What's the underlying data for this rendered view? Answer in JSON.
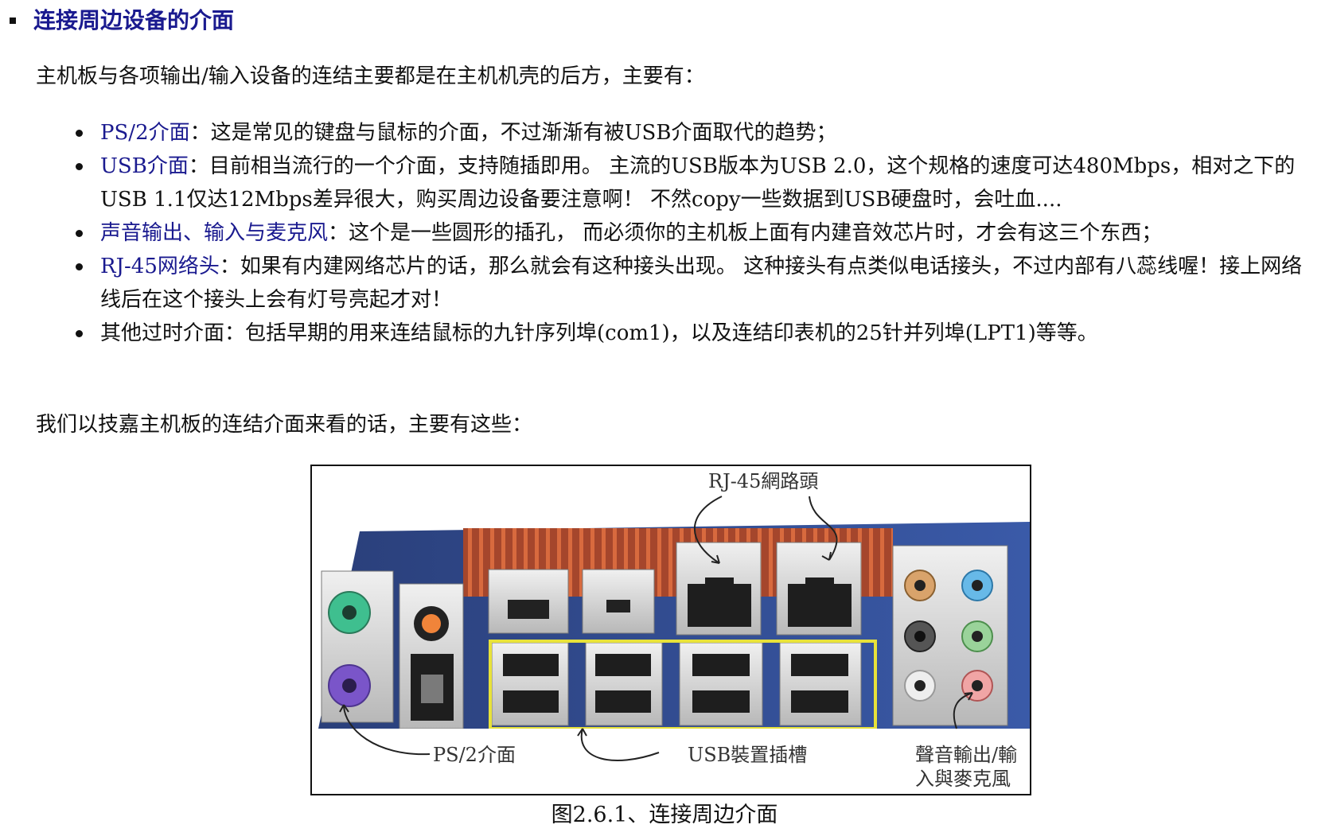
{
  "heading": "连接周边设备的介面",
  "intro": "主机板与各项输出/输入设备的连结主要都是在主机机壳的后方，主要有：",
  "items": [
    {
      "term": "PS/2介面",
      "text": "：这是常见的键盘与鼠标的介面，不过渐渐有被USB介面取代的趋势；"
    },
    {
      "term": "USB介面",
      "text": "：目前相当流行的一个介面，支持随插即用。 主流的USB版本为USB 2.0，这个规格的速度可达480Mbps，相对之下的USB 1.1仅达12Mbps差异很大，购买周边设备要注意啊！ 不然copy一些数据到USB硬盘时，会吐血...."
    },
    {
      "term": "声音输出、输入与麦克风",
      "text": "：这个是一些圆形的插孔， 而必须你的主机板上面有内建音效芯片时，才会有这三个东西；"
    },
    {
      "term": "RJ-45网络头",
      "text": "：如果有内建网络芯片的话，那么就会有这种接头出现。 这种接头有点类似电话接头，不过内部有八蕊线喔！接上网络线后在这个接头上会有灯号亮起才对！"
    },
    {
      "term": "",
      "text": "其他过时介面：包括早期的用来连结鼠标的九针序列埠(com1)，以及连结印表机的25针并列埠(LPT1)等等。"
    }
  ],
  "outro": "我们以技嘉主机板的连结介面来看的话，主要有这些：",
  "figure": {
    "label_rj45": "RJ-45網路頭",
    "label_ps2": "PS/2介面",
    "label_usb": "USB裝置插槽",
    "label_audio_line1": "聲音輸出/輸",
    "label_audio_line2": "入與麥克風"
  },
  "caption": "图2.6.1、连接周边介面",
  "colors": {
    "heading": "#1a1a8f",
    "term": "#1a1a8f",
    "usb_highlight": "#e8e23a",
    "ps2_keyboard": "#3fbf8f",
    "ps2_mouse": "#7a55c9"
  }
}
